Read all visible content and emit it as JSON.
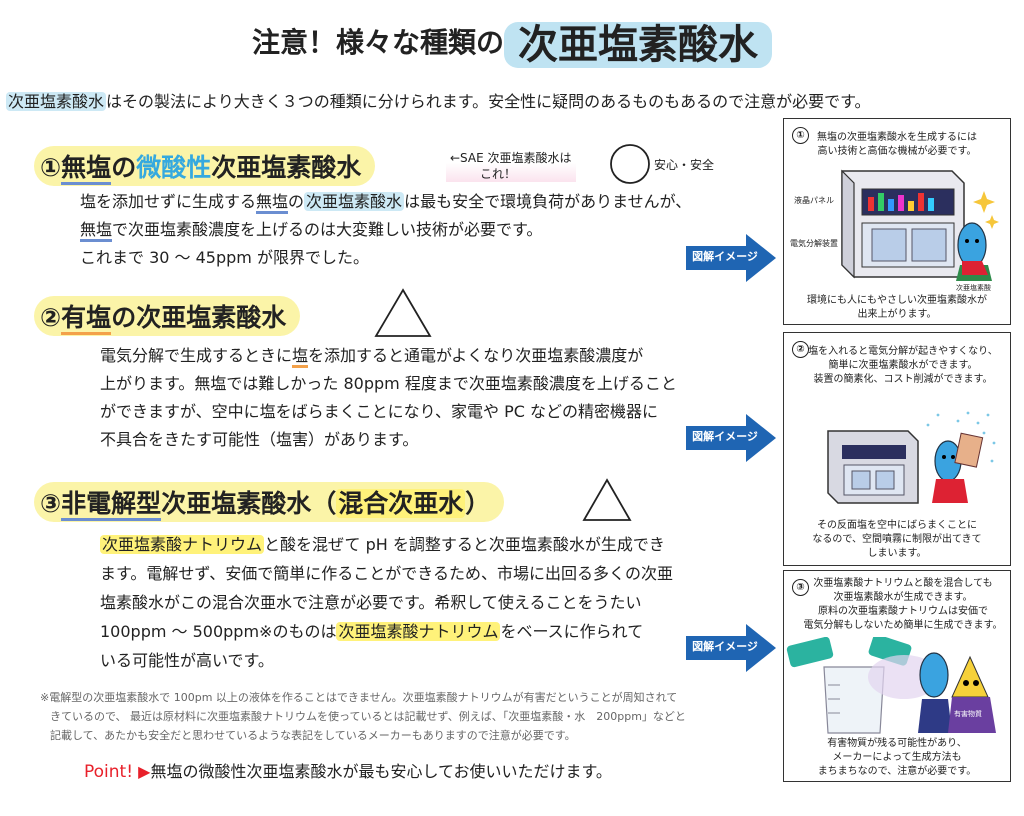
{
  "title": {
    "prefix": "注意！様々な種類の",
    "highlight": "次亜塩素酸水"
  },
  "intro": {
    "term": "次亜塩素酸水",
    "rest": "はその製法により大きく３つの種類に分けられます。安全性に疑問のあるものもあるので注意が必要です。"
  },
  "section1": {
    "num": "①",
    "t1": "無塩",
    "t2": "の",
    "t3": "微酸性",
    "t4": "次亜塩素酸水",
    "sae_note_line1": "←SAE 次亜塩素酸水は",
    "sae_note_line2": "これ！",
    "rating_label": "安心・安全",
    "l1a": "塩を添加せずに生成する",
    "l1b": "無塩",
    "l1c": "の",
    "l1d": "次亜塩素酸水",
    "l1e": "は最も安全で環境負荷がありませんが、",
    "l2a": "無塩",
    "l2b": "で次亜塩素酸濃度を上げるのは大変難しい技術が必要です。",
    "l3": "これまで 30 〜 45ppm が限界でした。"
  },
  "section2": {
    "num": "②",
    "t1": "有塩",
    "t2": "の",
    "t3": "次亜塩素酸水",
    "l1a": "電気分解で生成するときに",
    "l1b": "塩",
    "l1c": "を添加すると通電がよくなり次亜塩素酸濃度が",
    "l2": "上がります。無塩では難しかった 80ppm 程度まで次亜塩素酸濃度を上げること",
    "l3": "ができますが、空中に塩をばらまくことになり、家電や PC などの精密機器に",
    "l4": "不具合をきたす可能性（塩害）があります。"
  },
  "section3": {
    "num": "③",
    "t1": "非電解型",
    "t2": "次亜塩素酸水（",
    "t3": "混合次亜水",
    "t4": "）",
    "l1a": "次亜塩素酸ナトリウム",
    "l1b": "と酸を混ぜて pH を調整すると次亜塩素酸水が生成でき",
    "l2": "ます。電解せず、安価で簡単に作ることができるため、市場に出回る多くの次亜",
    "l3": "塩素酸水がこの混合次亜水で注意が必要です。希釈して使えることをうたい",
    "l4a": "100ppm 〜 500ppm※のものは",
    "l4b": "次亜塩素酸ナトリウム",
    "l4c": "をベースに作られて",
    "l5": "いる可能性が高いです。"
  },
  "arrow_label": "図解イメージ",
  "panel1": {
    "num": "①",
    "top1": "無塩の次亜塩素酸水を生成するには",
    "top2": "高い技術と高価な機械が必要です。",
    "label_lcd": "液晶パネル",
    "label_elec": "電気分解装置",
    "label_char": "次亜塩素酸",
    "bottom1": "環境にも人にもやさしい次亜塩素酸水が",
    "bottom2": "出来上がります。"
  },
  "panel2": {
    "num": "②",
    "top1": "塩を入れると電気分解が起きやすくなり、",
    "top2": "簡単に次亜塩素酸水ができます。",
    "top3": "装置の簡素化、コスト削減ができます。",
    "bottom1": "その反面塩を空中にばらまくことに",
    "bottom2": "なるので、空間噴霧に制限が出てきて",
    "bottom3": "しまいます。"
  },
  "panel3": {
    "num": "③",
    "top1": "次亜塩素酸ナトリウムと酸を混合しても",
    "top2": "次亜塩素酸水が生成できます。",
    "top3": "原料の次亜塩素酸ナトリウムは安価で",
    "top4": "電気分解もしないため簡単に生成できます。",
    "label_harm": "有害物質",
    "bottom1": "有害物質が残る可能性があり、",
    "bottom2": "メーカーによって生成方法も",
    "bottom3": "まちまちなので、注意が必要です。"
  },
  "footnote": {
    "l1": "※電解型の次亜塩素酸水で 100pm 以上の液体を作ることはできません。次亜塩素酸ナトリウムが有害だということが周知されて",
    "l2": "きているので、 最近は原材料に次亜塩素酸ナトリウムを使っているとは記載せず、例えば、「次亜塩素酸・水　200ppm」などと",
    "l3": "記載して、あたかも安全だと思わせているような表記をしているメーカーもありますので注意が必要です。"
  },
  "point": {
    "label": "Point!",
    "text": "無塩の微酸性次亜塩素酸水が最も安心してお使いいただけます。"
  },
  "colors": {
    "accent_blue": "#1f65b3",
    "highlight_yellow": "#fbf4a8",
    "title_bg": "#bfe3f2",
    "point_red": "#e8202a"
  }
}
